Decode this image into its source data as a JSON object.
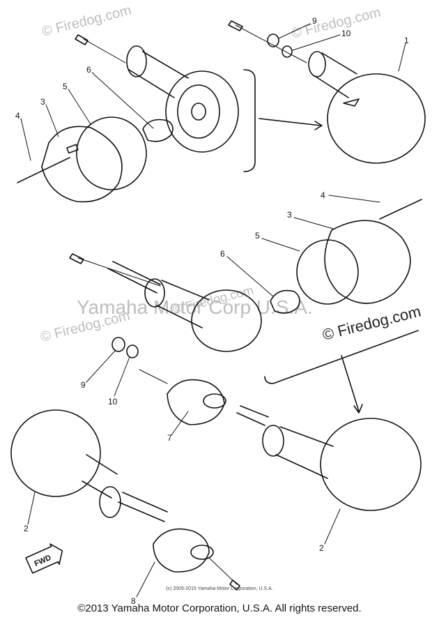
{
  "watermarks": {
    "site_a": "© Firedog.com",
    "site_b": "© Firedog.com",
    "site_c": "© Firedog.com",
    "site_d": "© Firedog.com",
    "yamaha": "Yamaha Motor Corp U.S.A.",
    "site_main": "© Firedog.com"
  },
  "callouts": {
    "c1": "1",
    "c2a": "2",
    "c2b": "2",
    "c3a": "3",
    "c3b": "3",
    "c4a": "4",
    "c4b": "4",
    "c5a": "5",
    "c5b": "5",
    "c6a": "6",
    "c6b": "6",
    "c7": "7",
    "c8": "8",
    "c9a": "9",
    "c9b": "9",
    "c10a": "10",
    "c10b": "10"
  },
  "fwd_label": "FWD",
  "copyright_small": "(c) 2005-2015 Yamaha Motor Corporation, U.S.A.",
  "copyright_main": "©2013 Yamaha Motor Corporation, U.S.A. All rights reserved."
}
